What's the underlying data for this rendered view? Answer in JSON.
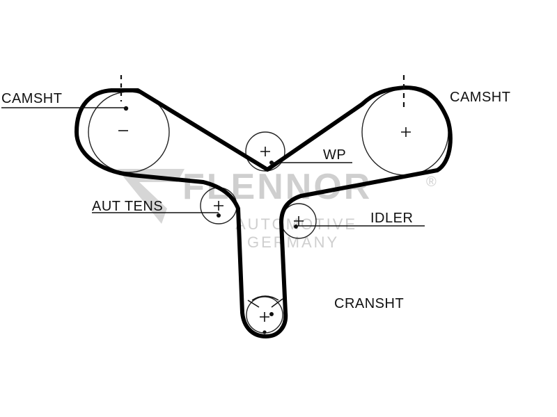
{
  "labels": {
    "camshaft_left": "CAMSHT",
    "camshaft_right": "CAMSHT",
    "water_pump": "WP",
    "auto_tensioner": "AUT TENS",
    "idler": "IDLER",
    "crankshaft": "CRANSHT"
  },
  "watermark": {
    "brand": "FLENNOR",
    "registered": "®",
    "line1": "AUTOMOTIVE",
    "line2": "GERMANY"
  },
  "colors": {
    "ink": "#111111",
    "watermark": "#cfcfcf",
    "background": "#ffffff"
  }
}
